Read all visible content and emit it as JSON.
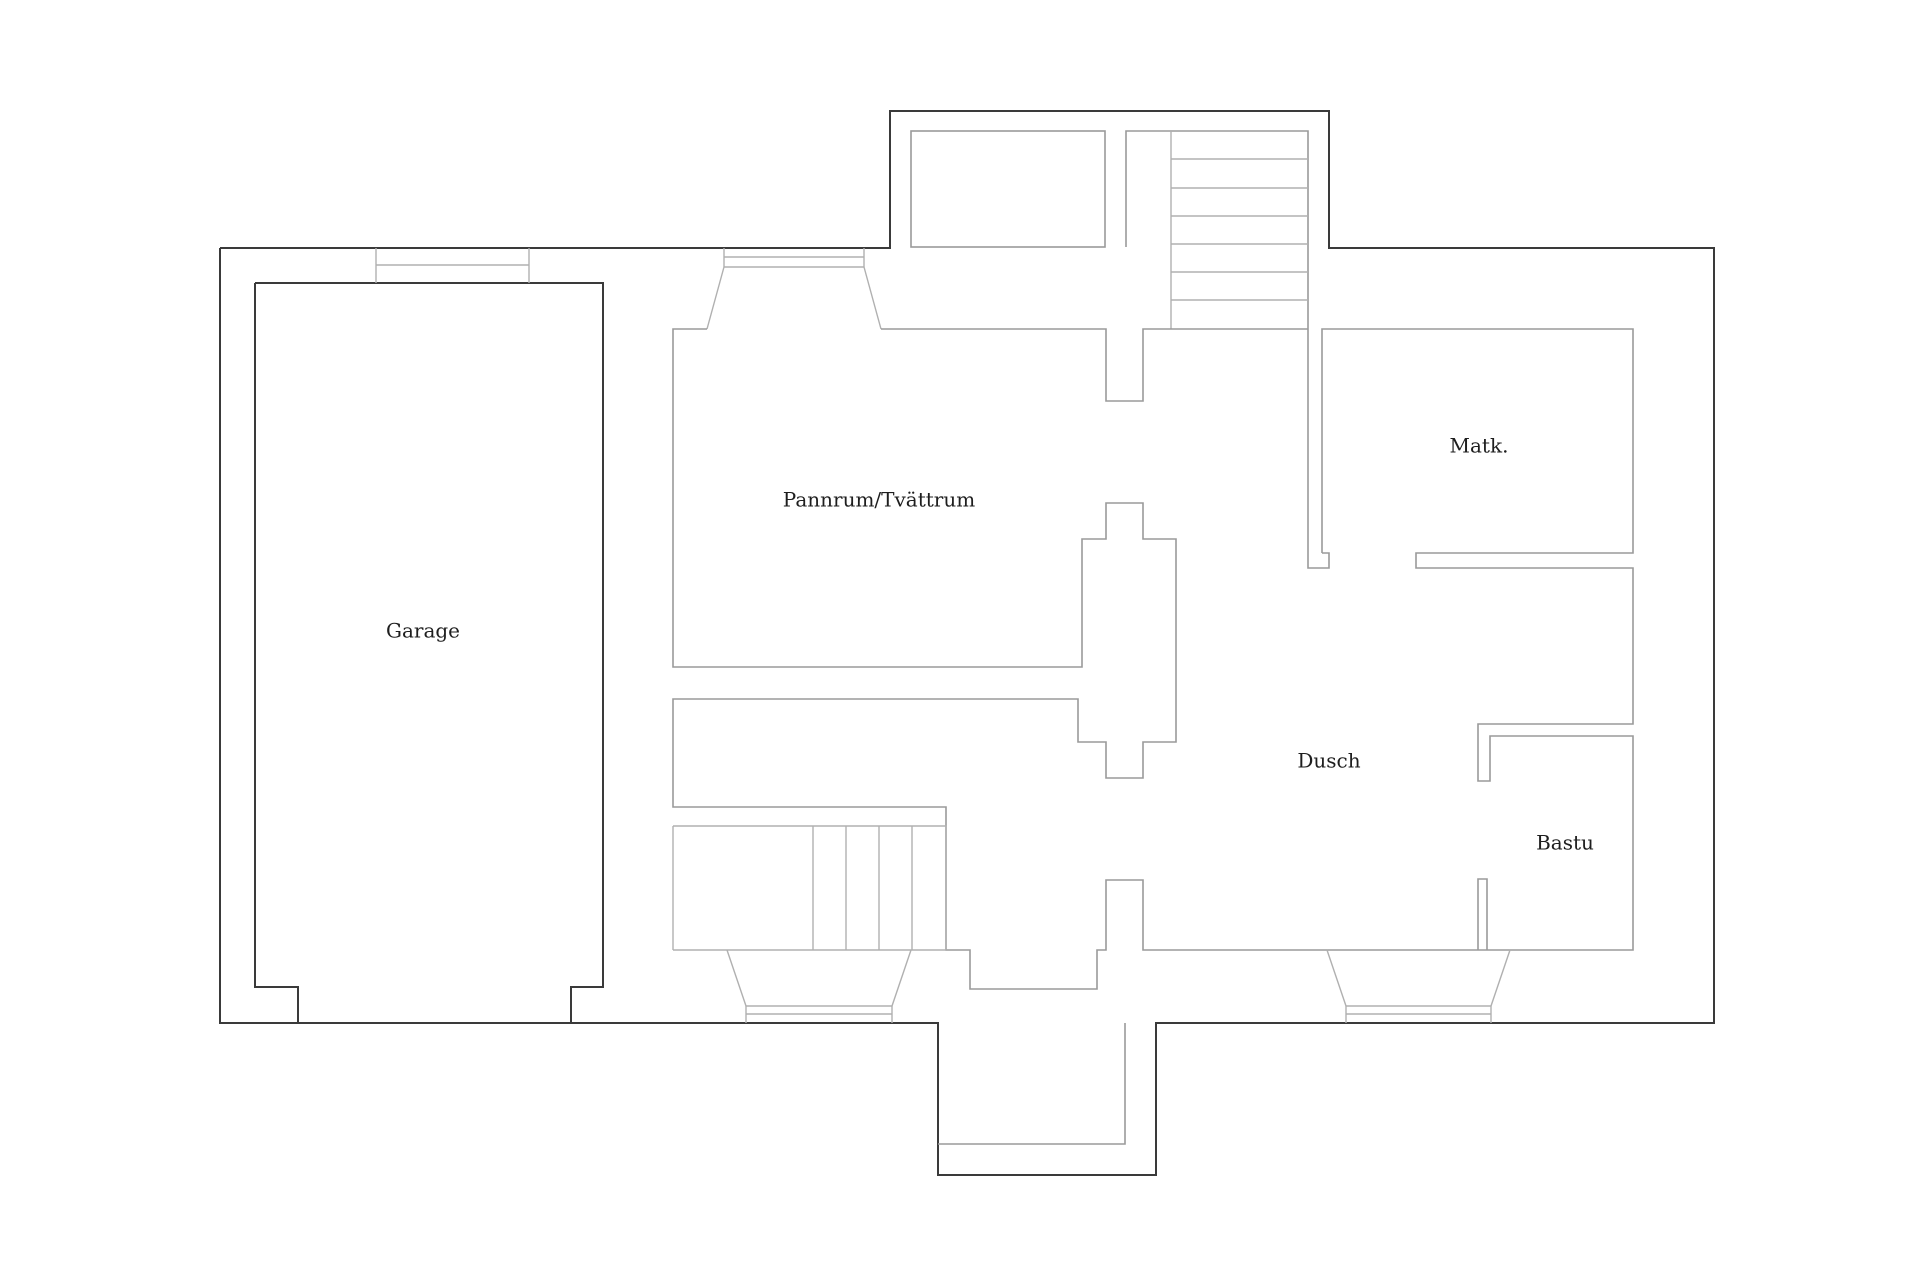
{
  "rooms": {
    "garage": "Garage",
    "pannrum": "Pannrum/Tvättrum",
    "matk": "Matk.",
    "dusch": "Dusch",
    "bastu": "Bastu"
  }
}
